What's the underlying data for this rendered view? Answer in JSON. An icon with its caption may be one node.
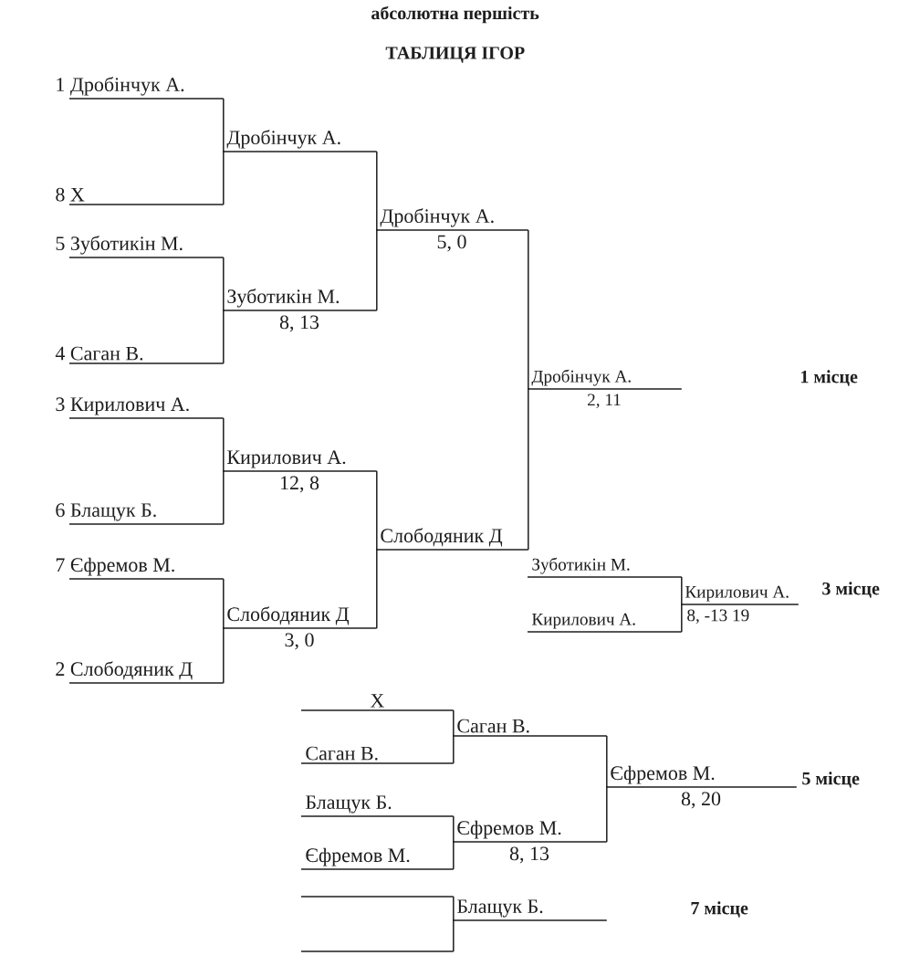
{
  "diagram": {
    "title": "ТАБЛИЦЯ ІГОР",
    "nodes": [
      {
        "text": [
          "1 Дробінчук А."
        ]
      },
      {
        "text": [
          "Дробінчук А."
        ]
      },
      {
        "text": [
          "8 X"
        ]
      },
      {
        "text": [
          "Дробінчук А."
        ],
        "beside": [
          "5, 0"
        ]
      },
      {
        "text": [
          "5 Зуботикін М."
        ]
      },
      {
        "text": [
          "Зуботикін М."
        ],
        "beside": [
          "8, 13"
        ]
      },
      {
        "text": [
          "4 Саган В."
        ]
      },
      {
        "text": [
          "Дробінчук А."
        ],
        "beside": [
          "2, 11"
        ]
      },
      {
        "text": [
          "3 Кирилович А."
        ]
      },
      {
        "text": [
          "Кирилович А."
        ],
        "beside": [
          "12, 8"
        ]
      },
      {
        "text": [
          "6 Блащук Б."
        ]
      },
      {
        "text": [
          "Слободяник Д"
        ]
      },
      {
        "text": [
          "7 Єфремов М."
        ]
      },
      {
        "text": [
          "Зуботикін М."
        ]
      },
      {
        "text": [
          "Кирилович А."
        ],
        "beside": [
          "8, -13 19",
          "3 місце"
        ]
      },
      {
        "text": [
          "Слободяник Д"
        ],
        "beside": [
          "3, 0"
        ]
      },
      {
        "text": [
          "Кирилович А."
        ]
      },
      {
        "text": [
          "2 Слободяник Д"
        ]
      },
      {
        "text": [
          "X"
        ]
      },
      {
        "text": [
          "Саган В."
        ]
      },
      {
        "text": [
          "Саган В."
        ]
      },
      {
        "text": [
          "Єфремов М."
        ],
        "beside": [
          "8, 20",
          "5 місце"
        ]
      },
      {
        "text": [
          "Блащук Б."
        ]
      },
      {
        "text": [
          "Єфремов М."
        ],
        "beside": [
          "8, 13"
        ]
      },
      {
        "text": [
          "Єфремов М."
        ]
      },
      {
        "text": [],
        "shape": "line"
      },
      {
        "text": [
          "Блащук Б."
        ]
      },
      {
        "text": [],
        "shape": "line"
      }
    ],
    "edges": [
      {
        "from": 0,
        "to": 1,
        "arrow": "none"
      },
      {
        "from": 2,
        "to": 1,
        "arrow": "none"
      },
      {
        "from": 4,
        "to": 5,
        "arrow": "none"
      },
      {
        "from": 6,
        "to": 5,
        "arrow": "none"
      },
      {
        "from": 1,
        "to": 3,
        "arrow": "none"
      },
      {
        "from": 5,
        "to": 3,
        "arrow": "none"
      },
      {
        "from": 8,
        "to": 9,
        "arrow": "none"
      },
      {
        "from": 10,
        "to": 9,
        "arrow": "none"
      },
      {
        "from": 12,
        "to": 15,
        "arrow": "none"
      },
      {
        "from": 17,
        "to": 15,
        "arrow": "none"
      },
      {
        "from": 9,
        "to": 11,
        "arrow": "none"
      },
      {
        "from": 15,
        "to": 11,
        "arrow": "none"
      },
      {
        "from": 3,
        "to": 7,
        "arrow": "none"
      },
      {
        "from": 11,
        "to": 7,
        "arrow": "none"
      },
      {
        "from": 13,
        "to": 14,
        "arrow": "none"
      },
      {
        "from": 16,
        "to": 14,
        "arrow": "none"
      },
      {
        "from": 18,
        "to": 19,
        "arrow": "none"
      },
      {
        "from": 20,
        "to": 19,
        "arrow": "none"
      },
      {
        "from": 22,
        "to": 23,
        "arrow": "none"
      },
      {
        "from": 24,
        "to": 23,
        "arrow": "none"
      },
      {
        "from": 19,
        "to": 21,
        "arrow": "none"
      },
      {
        "from": 23,
        "to": 21,
        "arrow": "none"
      },
      {
        "from": 25,
        "to": 26,
        "arrow": "none"
      },
      {
        "from": 27,
        "to": 26,
        "arrow": "none"
      }
    ],
    "labels": [
      "абсолютна першість",
      "1 місце",
      "7 місце"
    ]
  }
}
